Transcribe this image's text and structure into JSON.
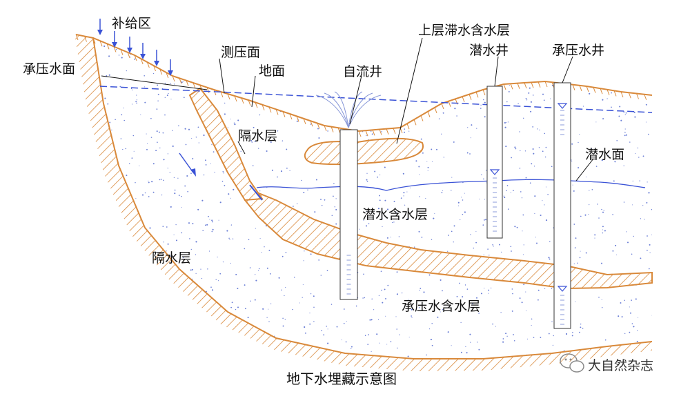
{
  "diagram": {
    "caption": "地下水埋藏示意图",
    "watermark": "大自然杂志",
    "colors": {
      "soil": "#d9893a",
      "water_line": "#3a52d6",
      "dots": "#6b7fd6",
      "text": "#111111"
    },
    "labels": {
      "recharge_zone": "补给区",
      "piezometric_surface": "测压面",
      "confined_water_surface": "承压水面",
      "ground_surface": "地面",
      "artesian_well": "自流井",
      "perched_aquifer": "上层滞水含水层",
      "phreatic_well": "潜水井",
      "confined_well": "承压水井",
      "aquiclude_mid": "隔水层",
      "water_table": "潜水面",
      "phreatic_aquifer": "潜水含水层",
      "aquiclude_bottom": "隔水层",
      "confined_aquifer": "承压水含水层"
    },
    "icons": {
      "watermark": "wechat-icon",
      "infiltration": "arrow-down-icon",
      "flow": "arrow-diagonal-icon",
      "water_level": "triangle-down-icon"
    }
  }
}
